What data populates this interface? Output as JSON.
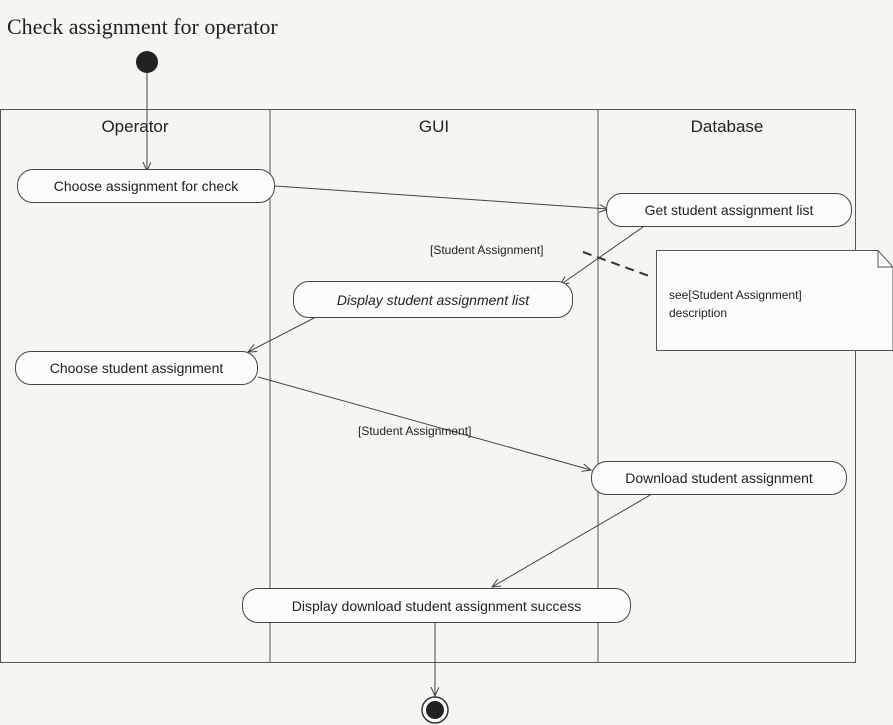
{
  "title": "Check assignment for operator",
  "lanes": [
    "Operator",
    "GUI",
    "Database"
  ],
  "nodes": {
    "choose_assignment": "Choose assignment for check",
    "get_list": "Get student assignment list",
    "display_list": "Display student assignment list",
    "choose_student": "Choose student assignment",
    "download": "Download student assignment",
    "display_success": "Display download student assignment success"
  },
  "guards": {
    "g1": "[Student Assignment]",
    "g2": "[Student Assignment]"
  },
  "note": {
    "line1": "see[Student Assignment]",
    "line2": "description"
  }
}
